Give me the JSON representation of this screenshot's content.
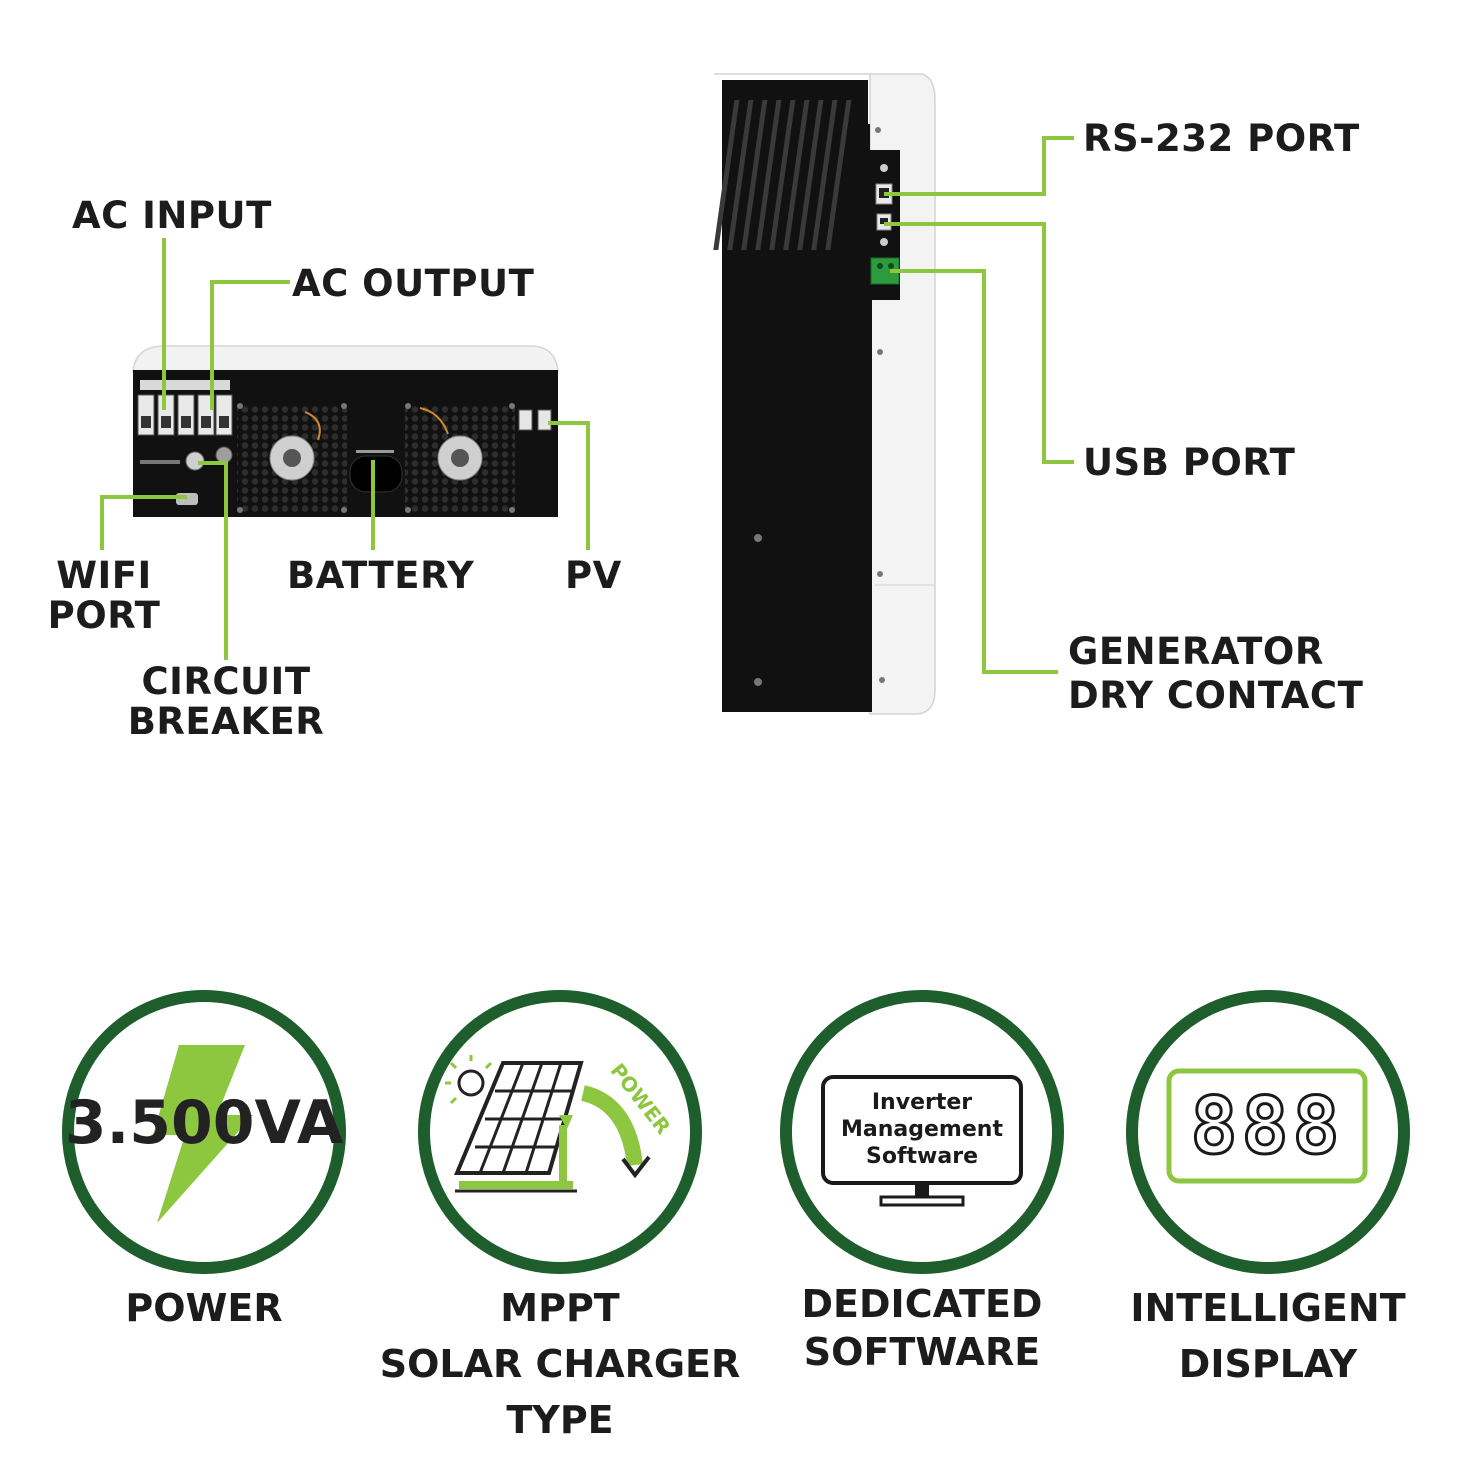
{
  "colors": {
    "accent_green": "#8dc63f",
    "ring_green": "#1e5e2c",
    "device_black": "#111111",
    "device_white": "#f3f3f3"
  },
  "front_panel": {
    "labels": {
      "ac_input": "AC INPUT",
      "ac_output": "AC OUTPUT",
      "wifi_port_line1": "WIFI",
      "wifi_port_line2": "PORT",
      "battery": "BATTERY",
      "pv": "PV",
      "circuit_breaker_line1": "CIRCUIT",
      "circuit_breaker_line2": "BREAKER"
    }
  },
  "side_panel": {
    "labels": {
      "rs232_port": "RS-232 PORT",
      "usb_port": "USB PORT",
      "generator_line1": "GENERATOR",
      "generator_line2": "DRY CONTACT"
    }
  },
  "features": [
    {
      "icon": "lightning-bolt-icon",
      "badge_text": "3.500VA",
      "caption_lines": [
        "POWER"
      ]
    },
    {
      "icon": "solar-panel-icon",
      "badge_text": "POWER",
      "caption_lines": [
        "MPPT",
        "SOLAR CHARGER",
        "TYPE"
      ]
    },
    {
      "icon": "monitor-icon",
      "screen_lines": [
        "Inverter",
        "Management",
        "Software"
      ],
      "caption_lines": [
        "DEDICATED",
        "SOFTWARE"
      ]
    },
    {
      "icon": "seven-segment-display-icon",
      "display_text": "888",
      "caption_lines": [
        "INTELLIGENT",
        "DISPLAY"
      ]
    }
  ]
}
